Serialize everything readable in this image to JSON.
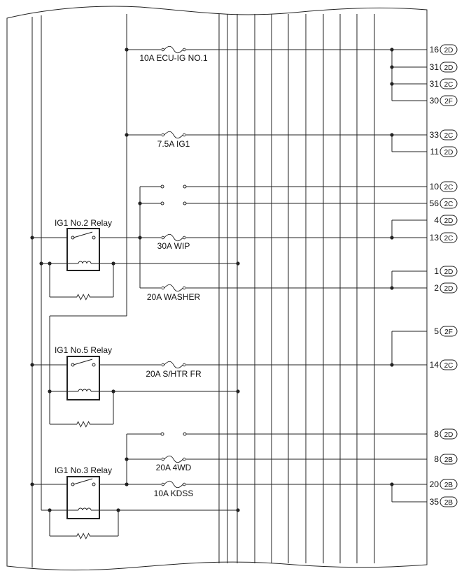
{
  "fuses": [
    {
      "id": "ecu_ig_no1",
      "label": "10A ECU-IG NO.1"
    },
    {
      "id": "ig1",
      "label": "7.5A IG1"
    },
    {
      "id": "wip",
      "label": "30A WIP"
    },
    {
      "id": "washer",
      "label": "20A WASHER"
    },
    {
      "id": "shtr_fr",
      "label": "20A S/HTR FR"
    },
    {
      "id": "fourwd",
      "label": "20A 4WD"
    },
    {
      "id": "kdss",
      "label": "10A KDSS"
    }
  ],
  "relays": [
    {
      "id": "ig1_no2",
      "label": "IG1 No.2 Relay"
    },
    {
      "id": "ig1_no5",
      "label": "IG1 No.5 Relay"
    },
    {
      "id": "ig1_no3",
      "label": "IG1 No.3 Relay"
    }
  ],
  "terminals": [
    {
      "pin": "16",
      "connector": "2D"
    },
    {
      "pin": "31",
      "connector": "2D"
    },
    {
      "pin": "31",
      "connector": "2C"
    },
    {
      "pin": "30",
      "connector": "2F"
    },
    {
      "pin": "33",
      "connector": "2C"
    },
    {
      "pin": "11",
      "connector": "2D"
    },
    {
      "pin": "10",
      "connector": "2C"
    },
    {
      "pin": "56",
      "connector": "2C"
    },
    {
      "pin": "4",
      "connector": "2D"
    },
    {
      "pin": "13",
      "connector": "2C"
    },
    {
      "pin": "1",
      "connector": "2D"
    },
    {
      "pin": "2",
      "connector": "2D"
    },
    {
      "pin": "5",
      "connector": "2F"
    },
    {
      "pin": "14",
      "connector": "2C"
    },
    {
      "pin": "8",
      "connector": "2D"
    },
    {
      "pin": "8",
      "connector": "2B"
    },
    {
      "pin": "20",
      "connector": "2B"
    },
    {
      "pin": "35",
      "connector": "2B"
    }
  ]
}
